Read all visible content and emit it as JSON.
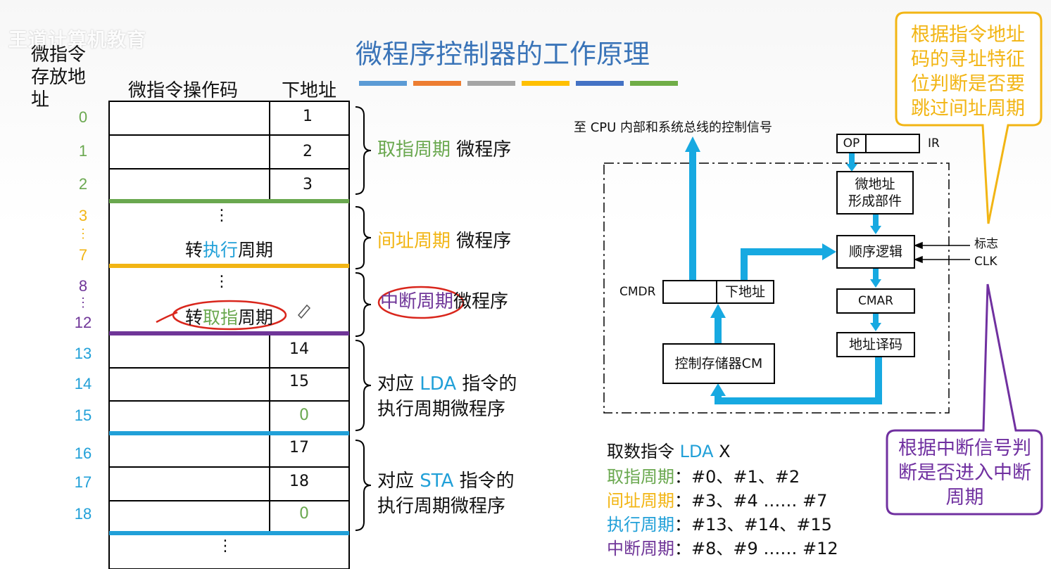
{
  "watermark": "王道计算机教育",
  "title": "微程序控制器的工作原理",
  "colors": {
    "fetch": "#6aa84f",
    "indirect": "#f2b514",
    "exec": "#21a0d8",
    "interrupt": "#6f3598",
    "bars": [
      "#5b9bd5",
      "#ed7d31",
      "#a5a5a5",
      "#ffc000",
      "#4472c4",
      "#70ad47"
    ],
    "arrow": "#17a9e1"
  },
  "table": {
    "addr_header": "微指令存放地址",
    "opcode_header": "微指令操作码",
    "next_header": "下地址",
    "rows": [
      {
        "addr": "0",
        "next": "1"
      },
      {
        "addr": "1",
        "next": "2"
      },
      {
        "addr": "2",
        "next": "3"
      },
      {
        "addr": "3",
        "dots": "⋮",
        "addr_end": "7",
        "text_a": "转",
        "text_b": "执行",
        "text_c": "周期"
      },
      {
        "addr": "8",
        "dots": "⋮",
        "addr_end": "12",
        "text_a": "转",
        "text_b": "取指",
        "text_c": "周期"
      },
      {
        "addr": "13",
        "next": "14"
      },
      {
        "addr": "14",
        "next": "15"
      },
      {
        "addr": "15",
        "next": "0"
      },
      {
        "addr": "16",
        "next": "17"
      },
      {
        "addr": "17",
        "next": "18"
      },
      {
        "addr": "18",
        "next": "0"
      }
    ],
    "bottom_dots": "⋮",
    "addr_dots": "⋮"
  },
  "labels": {
    "fetch": {
      "colored": "取指周期",
      "rest": " 微程序"
    },
    "indirect": {
      "colored": "间址周期",
      "rest": " 微程序"
    },
    "interrupt": {
      "colored": "中断周期",
      "rest": "微程序"
    },
    "lda": {
      "pre": "对应 ",
      "colored": "LDA",
      "post": " 指令的",
      "line2": "执行周期微程序"
    },
    "sta": {
      "pre": "对应 ",
      "colored": "STA",
      "post": " 指令的",
      "line2": "执行周期微程序"
    }
  },
  "diagram": {
    "top_label": "至 CPU 内部和系统总线的控制信号",
    "op": "OP",
    "ir": "IR",
    "micro_addr_gen": [
      "微地址",
      "形成部件"
    ],
    "seq_logic": "顺序逻辑",
    "flags": "标志",
    "clk": "CLK",
    "cmdr": "CMDR",
    "next_addr": "下地址",
    "cmar": "CMAR",
    "addr_decode": "地址译码",
    "cm": "控制存储器CM"
  },
  "callouts": {
    "top": "根据指令地址码的寻址特征位判断是否要跳过间址周期",
    "bottom": "根据中断信号判断是否进入中断周期"
  },
  "summary": {
    "heading_pre": "取数指令 ",
    "heading_lda": "LDA",
    "heading_post": " X",
    "lines": [
      {
        "name": "取指周期",
        "value": "：#0、#1、#2"
      },
      {
        "name": "间址周期",
        "value": "：#3、#4 …… #7"
      },
      {
        "name": "执行周期",
        "value": "：#13、#14、#15"
      },
      {
        "name": "中断周期",
        "value": "：#8、#9 …… #12"
      }
    ]
  }
}
